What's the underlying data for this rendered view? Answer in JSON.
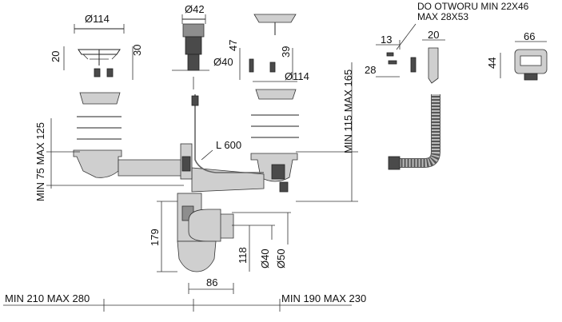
{
  "labels": {
    "d114_top_left": "Ø114",
    "d42": "Ø42",
    "d40_top": "Ø40",
    "d114_right": "Ø114",
    "h20": "20",
    "h30": "30",
    "h47": "47",
    "h39": "39",
    "hole_line1": "DO OTWORU MIN 22X46",
    "hole_line2": "MAX 28X53",
    "w13": "13",
    "w20": "20",
    "w66": "66",
    "h28": "28",
    "h44": "44",
    "range_115_165": "MIN 115 MAX 165",
    "range_75_125": "MIN 75 MAX 125",
    "l600": "L 600",
    "h179": "179",
    "h118": "118",
    "d40_bottom": "Ø40",
    "d50": "Ø50",
    "w86": "86",
    "range_210_280": "MIN 210 MAX 280",
    "range_190_230": "MIN 190 MAX 230"
  }
}
